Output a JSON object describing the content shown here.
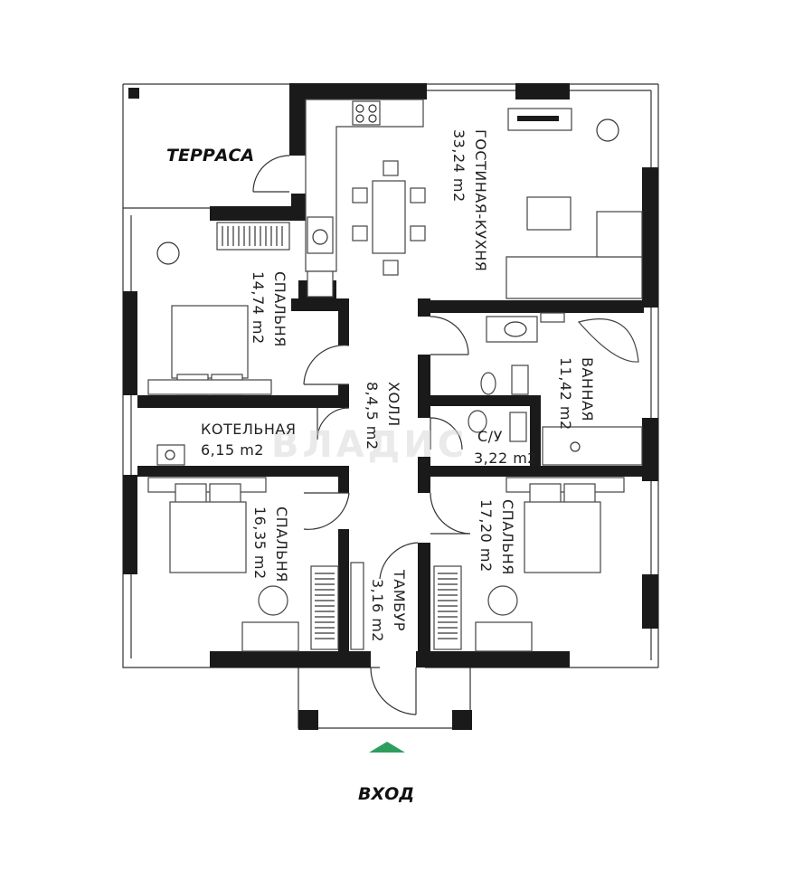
{
  "labels": {
    "terrace": "ТЕРРАСА",
    "entrance": "ВХОД",
    "watermark": "ВЛАДИС"
  },
  "rooms": {
    "living_kitchen": {
      "name": "ГОСТИНАЯ-КУХНЯ",
      "area": "33,24 m2"
    },
    "bedroom_1": {
      "name": "СПАЛЬНЯ",
      "area": "14,74 m2"
    },
    "hall": {
      "name": "ХОЛЛ",
      "area": "8,4,5 m2"
    },
    "bathroom": {
      "name": "ВАННАЯ",
      "area": "11,42 m2"
    },
    "boiler_room": {
      "name": "КОТЕЛЬНАЯ",
      "area": "6,15 m2"
    },
    "wc": {
      "name": "С/У",
      "area": "3,22 m2"
    },
    "bedroom_2": {
      "name": "СПАЛЬНЯ",
      "area": "16,35 m2"
    },
    "bedroom_3": {
      "name": "СПАЛЬНЯ",
      "area": "17,20 m2"
    },
    "vestibule": {
      "name": "ТАМБУР",
      "area": "3,16 m2"
    }
  },
  "colors": {
    "wall": "#1a1a1a",
    "entrance_arrow": "#2e9e5e"
  }
}
